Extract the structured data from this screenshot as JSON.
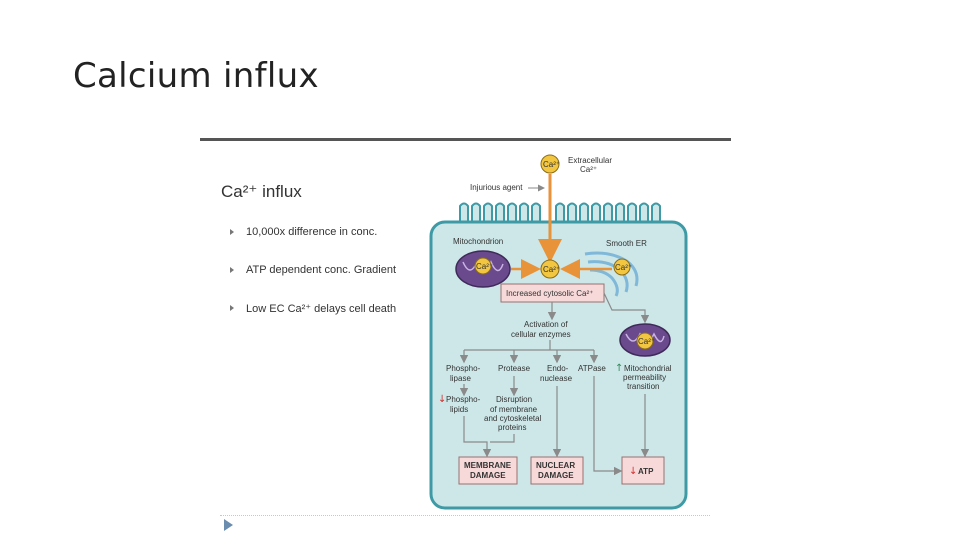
{
  "slide": {
    "title": "Calcium influx"
  },
  "panel": {
    "title": "Ca²⁺ influx",
    "bullets": [
      "10,000x difference in conc.",
      "ATP dependent conc. Gradient",
      "Low EC Ca²⁺ delays cell death"
    ]
  },
  "diagram": {
    "ca_ion": "Ca²⁺",
    "extracellular": [
      "Extracellular",
      "Ca²⁺"
    ],
    "injurious_agent": "Injurious agent",
    "mitochondrion": "Mitochondrion",
    "smooth_er": "Smooth ER",
    "increased_cytosolic": "Increased cytosolic Ca²⁺",
    "activation": [
      "Activation of",
      "cellular enzymes"
    ],
    "phospholipase": [
      "Phospho-",
      "lipase"
    ],
    "protease": "Protease",
    "endonuclease": [
      "Endo-",
      "nuclease"
    ],
    "atpase": "ATPase",
    "mito_permeability": [
      "Mitochondrial",
      "permeability",
      "transition"
    ],
    "phospholipids": [
      "Phospho-",
      "lipids"
    ],
    "disruption": [
      "Disruption",
      "of membrane",
      "and cytoskeletal",
      "proteins"
    ],
    "membrane_damage": [
      "MEMBRANE",
      "DAMAGE"
    ],
    "nuclear_damage": [
      "NUCLEAR",
      "DAMAGE"
    ],
    "atp": "ATP"
  },
  "colors": {
    "cell_fill": "#cde7e8",
    "cell_border": "#3e9aa5",
    "arrow_orange": "#e8923a",
    "ca_yellow": "#f2c641",
    "box_pink": "#f7d9d9",
    "mito_purple": "#6a4a8c",
    "er_blue": "#7fb8d8",
    "down_red": "#d32f2f",
    "up_green": "#2e8b57"
  }
}
